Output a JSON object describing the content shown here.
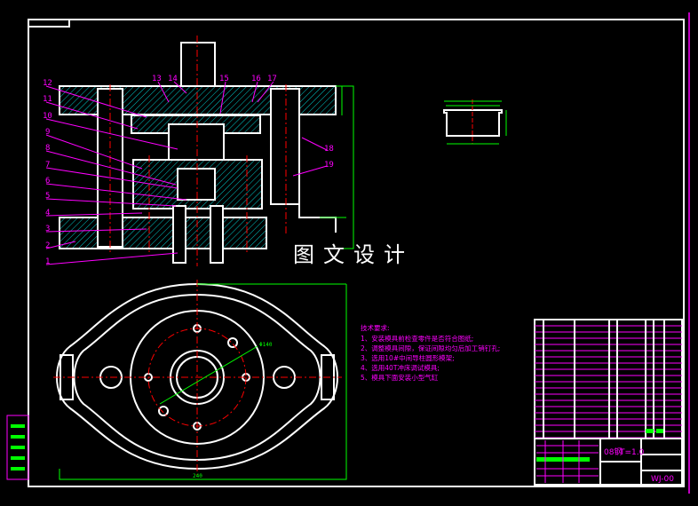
{
  "watermark": "图文设计",
  "part_numbers": [
    "1",
    "2",
    "3",
    "4",
    "5",
    "6",
    "7",
    "8",
    "9",
    "10",
    "11",
    "12",
    "13",
    "14",
    "15",
    "16",
    "17",
    "18",
    "19"
  ],
  "technical_requirements": {
    "title": "技术要求:",
    "items": [
      "1、安装模具前检查零件是否符合图纸;",
      "2、调整模具间隙，保证间隙均匀后加工销钉孔;",
      "3、选用10#中间导柱圆形模架;",
      "4、选用40T冲床调试模具;",
      "5、模具下面安装小型气缸"
    ]
  },
  "dimensions": {
    "overall_width": "240",
    "bolt_circle": "Φ140"
  },
  "title_block": {
    "material": "08钢",
    "thickness": "T=1.0",
    "drawing_number": "WJ-00"
  },
  "colors": {
    "background": "#000000",
    "outline": "#ffffff",
    "hatch": "#00ffff",
    "leader": "#ff00ff",
    "centerline": "#ff0000",
    "dimension": "#00ff00"
  }
}
